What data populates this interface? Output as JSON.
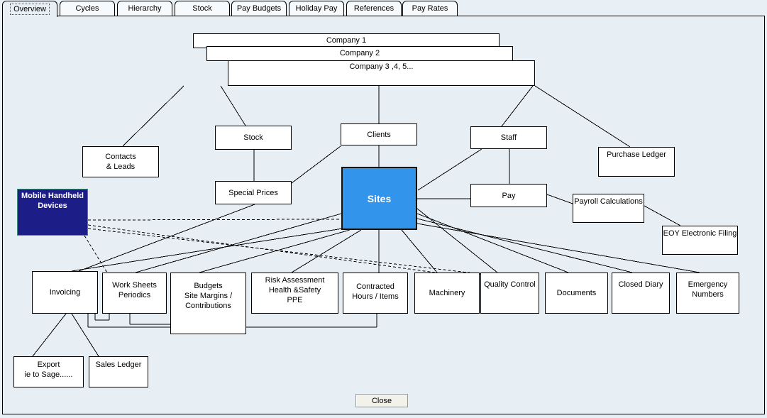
{
  "tabs": [
    {
      "label": "Overview",
      "active": true
    },
    {
      "label": "Cycles",
      "active": false
    },
    {
      "label": "Hierarchy",
      "active": false
    },
    {
      "label": "Stock",
      "active": false
    },
    {
      "label": "Pay Budgets",
      "active": false
    },
    {
      "label": "Holiday Pay",
      "active": false
    },
    {
      "label": "References",
      "active": false
    },
    {
      "label": "Pay Rates",
      "active": false
    }
  ],
  "diagram": {
    "company_stack": [
      "Company 1",
      "Company 2",
      "Company 3 ,4, 5..."
    ],
    "nodes": {
      "contacts": {
        "label": "Contacts\n& Leads"
      },
      "stock": {
        "label": "Stock"
      },
      "specialPrices": {
        "label": "Special Prices"
      },
      "clients": {
        "label": "Clients"
      },
      "sites": {
        "label": "Sites",
        "highlight": "#3394ec"
      },
      "staff": {
        "label": "Staff"
      },
      "pay": {
        "label": "Pay"
      },
      "purchaseLedger": {
        "label": "Purchase Ledger"
      },
      "payrollCalcs": {
        "label": "Payroll Calculations"
      },
      "eoyFiling": {
        "label": "EOY Electronic Filing"
      },
      "mobileDevices": {
        "label": "Mobile Handheld\nDevices",
        "highlight": "#1d1d87"
      },
      "invoicing": {
        "label": "Invoicing"
      },
      "workSheets": {
        "label": "Work Sheets\nPeriodics"
      },
      "budgets": {
        "label": "Budgets\nSite Margins /\nContributions"
      },
      "riskAssessment": {
        "label": "Risk Assessment\nHealth &Safety\nPPE"
      },
      "contractedHours": {
        "label": "Contracted\nHours / Items"
      },
      "machinery": {
        "label": "Machinery"
      },
      "qualityControl": {
        "label": "Quality Control"
      },
      "documents": {
        "label": "Documents"
      },
      "closedDiary": {
        "label": "Closed Diary"
      },
      "emergencyNumbers": {
        "label": "Emergency\nNumbers"
      },
      "export": {
        "label": "Export\nie to Sage......"
      },
      "salesLedger": {
        "label": "Sales Ledger"
      }
    }
  },
  "close_button": {
    "label": "Close"
  },
  "colors": {
    "canvas_bg": "#e7eff4",
    "box_border": "#000000",
    "sites_highlight": "#3394ec",
    "mobile_bg": "#1d1d87",
    "mobile_border": "#3c8c78"
  }
}
